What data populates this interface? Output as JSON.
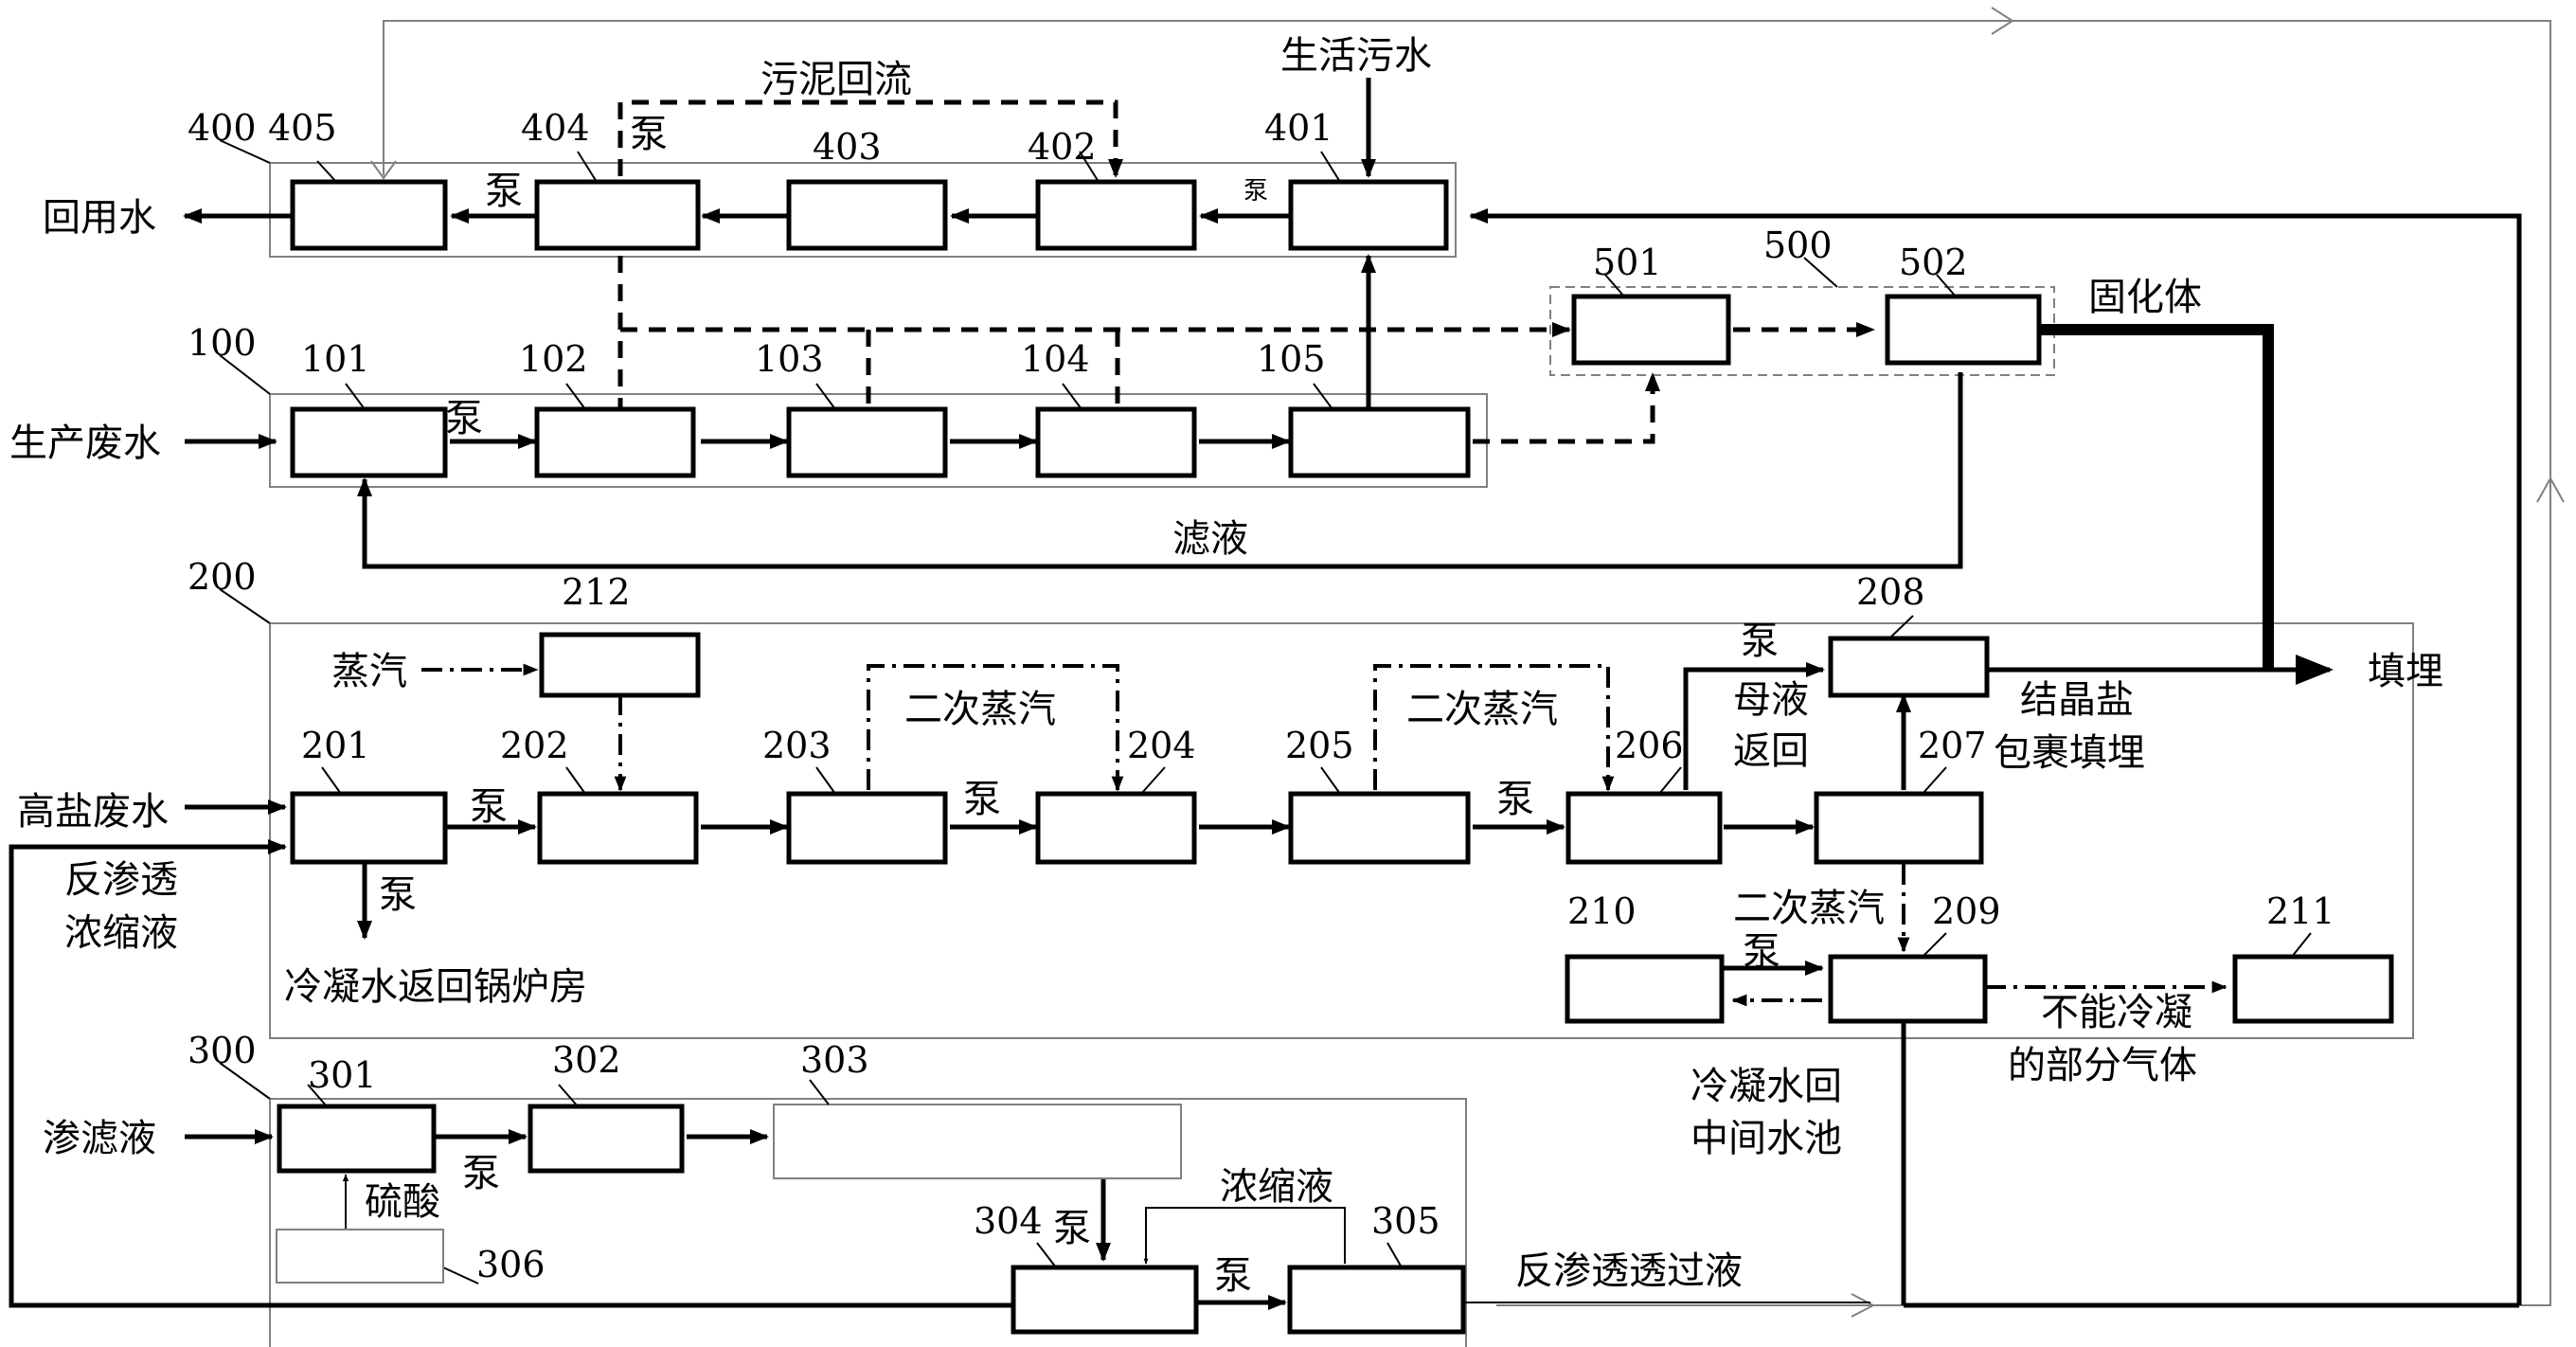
{
  "groups": {
    "g400": "400",
    "g100": "100",
    "g500": "500",
    "g200": "200",
    "g300": "300"
  },
  "units": {
    "u405": "405",
    "u404": "404",
    "u403": "403",
    "u402": "402",
    "u401": "401",
    "u101": "101",
    "u102": "102",
    "u103": "103",
    "u104": "104",
    "u105": "105",
    "u501": "501",
    "u502": "502",
    "u212": "212",
    "u201": "201",
    "u202": "202",
    "u203": "203",
    "u204": "204",
    "u205": "205",
    "u206": "206",
    "u207": "207",
    "u208": "208",
    "u209": "209",
    "u210": "210",
    "u211": "211",
    "u301": "301",
    "u302": "302",
    "u303": "303",
    "u304": "304",
    "u305": "305",
    "u306": "306"
  },
  "labels": {
    "reuse_water": "回用水",
    "domestic_sewage": "生活污水",
    "sludge_return": "污泥回流",
    "pump": "泵",
    "production_wastewater": "生产废水",
    "filtrate": "滤液",
    "solidified_body": "固化体",
    "landfill": "填埋",
    "steam": "蒸汽",
    "secondary_steam": "二次蒸汽",
    "high_salt_wastewater": "高盐废水",
    "ro_concentrate_1": "反渗透",
    "ro_concentrate_2": "浓缩液",
    "condensate_boiler": "冷凝水返回锅炉房",
    "mother_liquor_1": "母液",
    "mother_liquor_2": "返回",
    "crystal_salt_1": "结晶盐",
    "crystal_salt_2": "包裹填埋",
    "noncondensable_1": "不能冷凝",
    "noncondensable_2": "的部分气体",
    "condensate_pool_1": "冷凝水回",
    "condensate_pool_2": "中间水池",
    "leachate": "渗滤液",
    "sulfuric_acid": "硫酸",
    "concentrate": "浓缩液",
    "ro_permeate": "反渗透透过液"
  }
}
